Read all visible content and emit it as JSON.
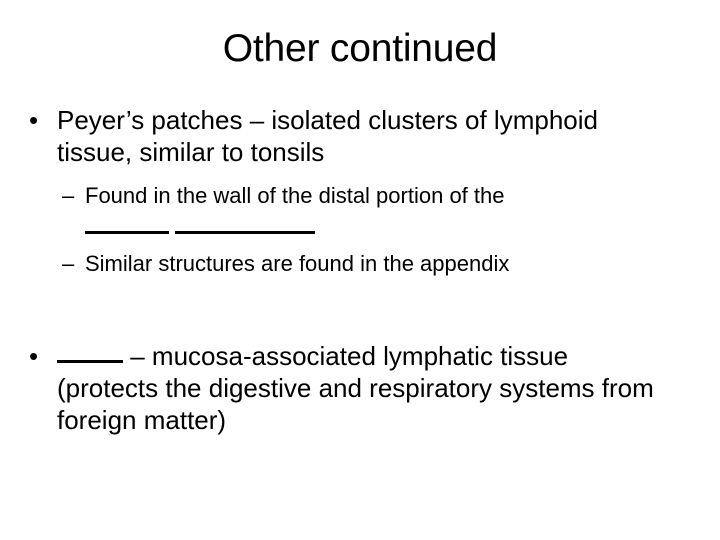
{
  "slide": {
    "title": "Other continued",
    "background_color": "#ffffff",
    "text_color": "#000000",
    "bullets": [
      {
        "level": 1,
        "marker": "•",
        "text": "Peyer’s patches – isolated clusters of lymphoid tissue, similar to tonsils"
      },
      {
        "level": 2,
        "marker": "–",
        "text": "Found in the wall of the distal portion of the"
      },
      {
        "level": 2,
        "marker": "",
        "text": "_____ __________",
        "is_blank_row": true,
        "blanks": [
          "_____",
          "__________"
        ]
      },
      {
        "level": 2,
        "marker": "–",
        "text": "Similar structures are found in the appendix"
      },
      {
        "level": 1,
        "marker": "•",
        "blank_prefix": "_____",
        "text": "– mucosa-associated lymphatic tissue (protects the digestive and respiratory systems from foreign matter)"
      }
    ]
  }
}
